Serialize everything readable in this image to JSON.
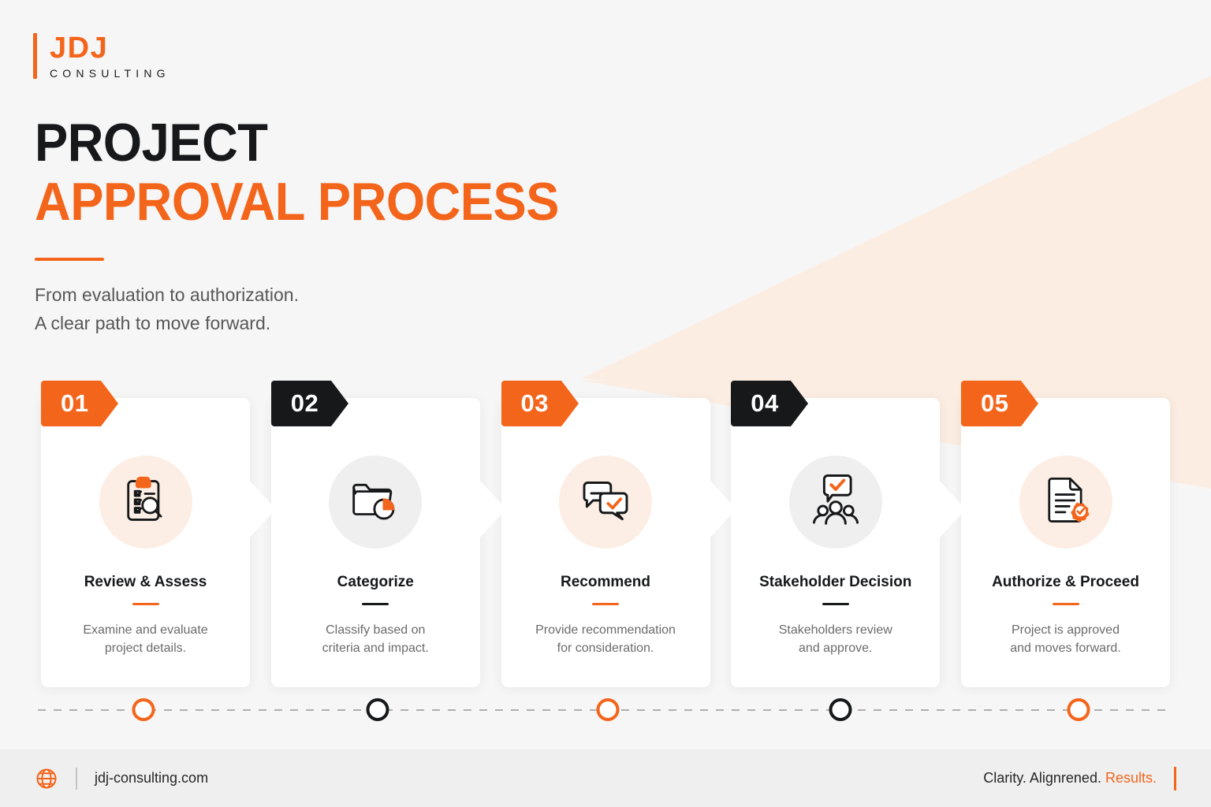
{
  "colors": {
    "accent": "#F4651C",
    "dark": "#16181A",
    "page_bg": "#F6F6F6",
    "wedge": "#FCEDE2",
    "footer_bg": "#EFEFEF",
    "icon_peach": "#FCEEE4",
    "icon_grey": "#EFEFEF",
    "muted_text": "#6B6B6B"
  },
  "brand": {
    "name": "JDJ",
    "tagline": "CONSULTING",
    "accent_bar": "brand-accent-bar"
  },
  "heading": {
    "line1": "PROJECT",
    "line2": "APPROVAL PROCESS",
    "rule": "heading-rule",
    "subtitle_line1": "From evaluation to authorization.",
    "subtitle_line2": "A clear path to move forward."
  },
  "steps": [
    {
      "number": "01",
      "title": "Review & Assess",
      "desc_line1": "Examine and evaluate",
      "desc_line2": "project details.",
      "icon": "clipboard-magnifier-icon",
      "badge_color": "#F4651C",
      "circle_style": "peach",
      "rule_color": "#F4651C",
      "dot_color": "#F4651C"
    },
    {
      "number": "02",
      "title": "Categorize",
      "desc_line1": "Classify based on",
      "desc_line2": "criteria and impact.",
      "icon": "folder-pie-chart-icon",
      "badge_color": "#16181A",
      "circle_style": "grey",
      "rule_color": "#16181A",
      "dot_color": "#16181A"
    },
    {
      "number": "03",
      "title": "Recommend",
      "desc_line1": "Provide recommendation",
      "desc_line2": "for consideration.",
      "icon": "speech-bubbles-check-icon",
      "badge_color": "#F4651C",
      "circle_style": "peach",
      "rule_color": "#F4651C",
      "dot_color": "#F4651C"
    },
    {
      "number": "04",
      "title": "Stakeholder Decision",
      "desc_line1": "Stakeholders review",
      "desc_line2": "and approve.",
      "icon": "people-approval-icon",
      "badge_color": "#16181A",
      "circle_style": "grey",
      "rule_color": "#16181A",
      "dot_color": "#16181A"
    },
    {
      "number": "05",
      "title": "Authorize & Proceed",
      "desc_line1": "Project is approved",
      "desc_line2": "and moves forward.",
      "icon": "document-seal-icon",
      "badge_color": "#F4651C",
      "circle_style": "peach",
      "rule_color": "#F4651C",
      "dot_color": "#F4651C"
    }
  ],
  "footer": {
    "globe_icon": "globe-icon",
    "website": "jdj-consulting.com",
    "tagline_plain": "Clarity. Alignrened. ",
    "tagline_accent": "Results."
  }
}
